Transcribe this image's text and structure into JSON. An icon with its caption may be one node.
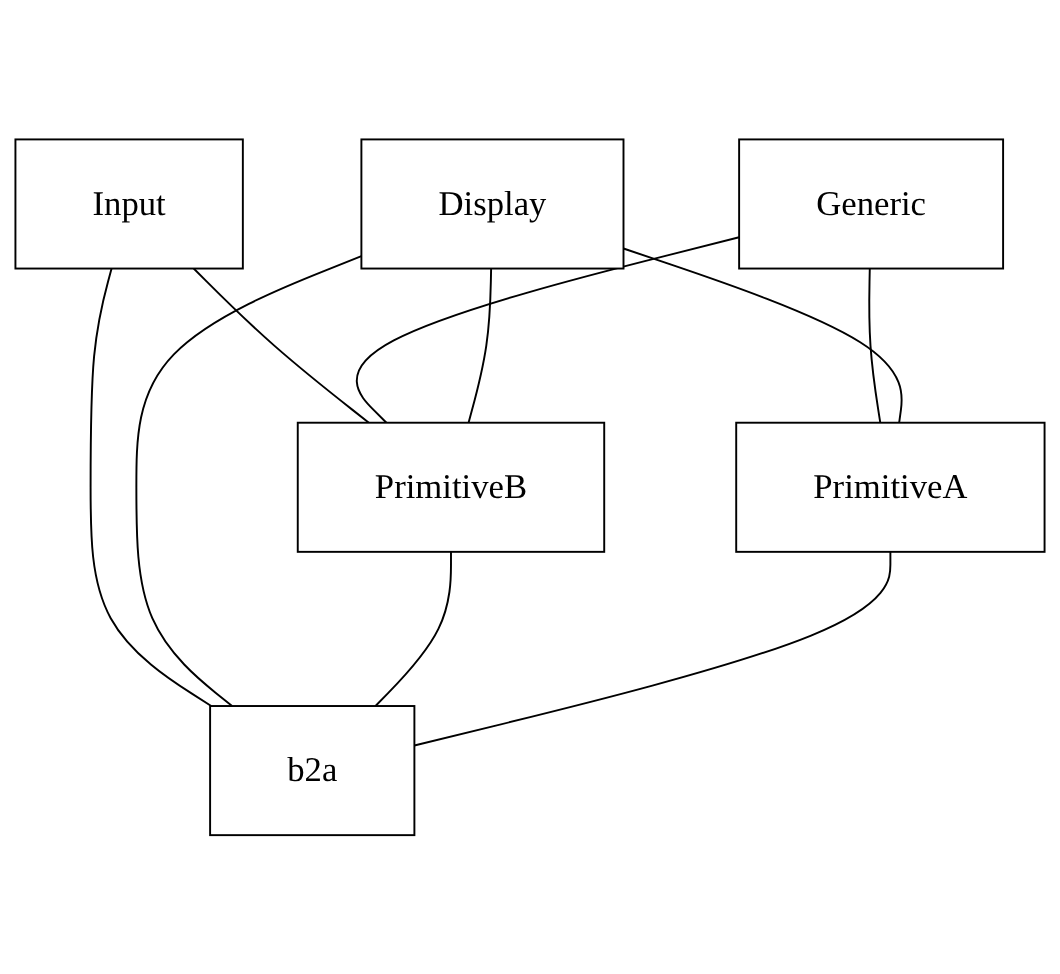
{
  "diagram": {
    "nodes": [
      {
        "text": [
          "Input"
        ]
      },
      {
        "text": [
          "Generic"
        ]
      },
      {
        "text": [
          "Display"
        ]
      },
      {
        "text": [
          "PrimitiveB"
        ]
      },
      {
        "text": [
          "PrimitiveA"
        ]
      },
      {
        "text": [
          "b2a"
        ]
      }
    ],
    "edges": [
      {
        "from": 0,
        "to": 3,
        "arrow": "none"
      },
      {
        "from": 0,
        "to": 5,
        "arrow": "none"
      },
      {
        "from": 1,
        "to": 3,
        "arrow": "none"
      },
      {
        "from": 1,
        "to": 4,
        "arrow": "none"
      },
      {
        "from": 2,
        "to": 3,
        "arrow": "none"
      },
      {
        "from": 2,
        "to": 4,
        "arrow": "none"
      },
      {
        "from": 2,
        "to": 5,
        "arrow": "none"
      },
      {
        "from": 3,
        "to": 5,
        "arrow": "none"
      },
      {
        "from": 4,
        "to": 5,
        "arrow": "none"
      }
    ]
  }
}
